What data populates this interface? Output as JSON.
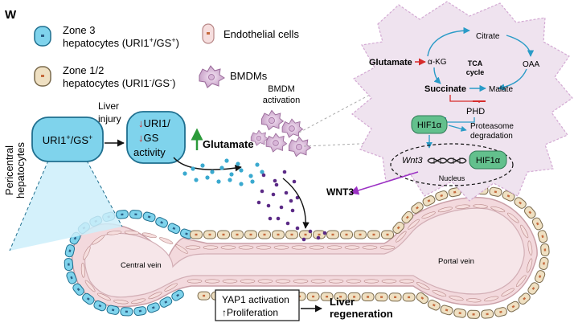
{
  "panel_label": "W",
  "legend": {
    "zone3": {
      "line1": "Zone 3",
      "line2_prefix": "hepatocytes (URI1",
      "line2_sup1": "+",
      "line2_mid": "/GS",
      "line2_sup2": "+",
      "line2_suffix": ")"
    },
    "zone12": {
      "line1": "Zone 1/2",
      "line2_prefix": "hepatocytes (URI1",
      "line2_sup1": "-",
      "line2_mid": "/GS",
      "line2_sup2": "-",
      "line2_suffix": ")"
    },
    "endothelial": "Endothelial cells",
    "bmdms": "BMDMs"
  },
  "pericentral_label_line1": "Pericentral",
  "pericentral_label_line2": "hepatocytes",
  "cell_initial": {
    "prefix": "URI1",
    "sup1": "+",
    "mid": "/GS",
    "sup2": "+"
  },
  "liver_injury_line1": "Liver",
  "liver_injury_line2": "injury",
  "cell_activity": {
    "line1": "URI1/",
    "line2": "GS",
    "line3": "activity",
    "arrow_symbol": "↓"
  },
  "glutamate_main": "Glutamate",
  "bmdm_activation_line1": "BMDM",
  "bmdm_activation_line2": "activation",
  "wnt3": "WNT3",
  "macrophage": {
    "glutamate": "Glutamate",
    "akg": "α-KG",
    "citrate": "Citrate",
    "oaa": "OAA",
    "tca_line1": "TCA",
    "tca_line2": "cycle",
    "succinate": "Succinate",
    "malate": "Malate",
    "phd": "PHD",
    "hif1a": "HIF1α",
    "proteasome_line1": "Proteasome",
    "proteasome_line2": "degradation",
    "wnt3_gene": "Wnt3",
    "nucleus": "Nucleus"
  },
  "central_vein": "Central vein",
  "portal_vein": "Portal vein",
  "box": {
    "line1": "YAP1 activation",
    "line2": "Proliferation",
    "arrow_symbol": "↑"
  },
  "liver_regeneration_line1": "Liver",
  "liver_regeneration_line2": "regeneration",
  "colors": {
    "zone3_fill": "#7fd3ec",
    "zone3_stroke": "#1f6f8f",
    "zone12_fill": "#efe0c2",
    "zone12_stroke": "#7a6a4c",
    "endothelial_fill": "#f6dede",
    "endothelial_stroke": "#b88888",
    "vessel_fill": "#f5e3e6",
    "macrophage_fill": "#efe3ef",
    "hif_fill": "#63c08d",
    "glutamate_dots": "#3aa9cf",
    "wnt3_dots": "#5b2a86",
    "wnt3_arrow": "#9b31c4",
    "green_arrow": "#2b9a3a",
    "red": "#d62b2b"
  }
}
